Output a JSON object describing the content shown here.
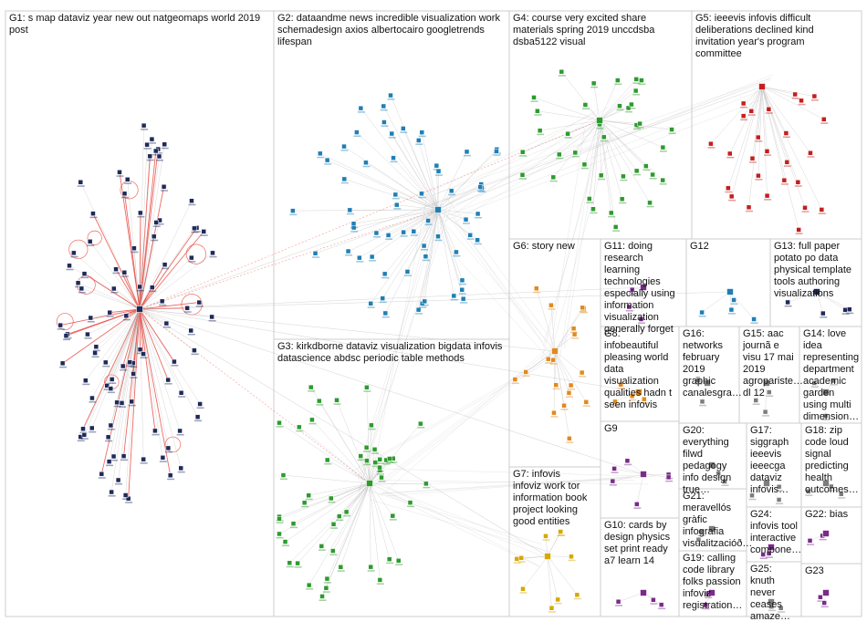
{
  "palette": {
    "frame": "#cccccc",
    "edge": "#bdbdbd",
    "edge_highlight": "#e8453c",
    "node_dark": "#1f2a5a",
    "node_blue": "#1f7fb4",
    "node_green": "#2e9a2e",
    "node_red": "#c41e1e",
    "node_orange": "#e08a1e",
    "node_purple": "#7a2a8a",
    "node_gold": "#d6a800",
    "node_gray": "#7d7d7d"
  },
  "groups": [
    {
      "id": "G1",
      "label": "G1: s map dataviz year new out natgeomaps world 2019 post",
      "color": "dark"
    },
    {
      "id": "G2",
      "label": "G2: dataandme news incredible visualization work schemadesign axios albertocairo googletrends lifespan",
      "color": "blue"
    },
    {
      "id": "G3",
      "label": "G3: kirkdborne dataviz visualization bigdata infovis datascience abdsc periodic table methods",
      "color": "green"
    },
    {
      "id": "G4",
      "label": "G4: course very excited share materials spring 2019 unccdsba dsba5122 visual",
      "color": "green"
    },
    {
      "id": "G5",
      "label": "G5: ieeevis infovis difficult deliberations declined kind invitation year's program committee",
      "color": "red"
    },
    {
      "id": "G6",
      "label": "G6: story new",
      "color": "orange"
    },
    {
      "id": "G7",
      "label": "G7: infovis infoviz work tor information book project looking good entities",
      "color": "gold"
    },
    {
      "id": "G8",
      "label": "G8: infobeautiful pleasing world data visualization qualities hadn t seen infovis",
      "color": "orange"
    },
    {
      "id": "G9",
      "label": "G9",
      "color": "purple"
    },
    {
      "id": "G10",
      "label": "G10: cards by design physics set print ready a7 learn 14",
      "color": "purple"
    },
    {
      "id": "G11",
      "label": "G11: doing research learning technologies especially using information visualization generally forget",
      "color": "purple"
    },
    {
      "id": "G12",
      "label": "G12",
      "color": "blue"
    },
    {
      "id": "G13",
      "label": "G13: full paper potato po data physical template tools authoring visualizations",
      "color": "dark"
    },
    {
      "id": "G14",
      "label": "G14: love idea representing department academic garden using multi dimension…",
      "color": "gray"
    },
    {
      "id": "G15",
      "label": "G15: aac journã e visu 17 mai 2019 agropariste… dl 12",
      "color": "gray"
    },
    {
      "id": "G16",
      "label": "G16: networks february 2019 graphic canalesgra…",
      "color": "gray"
    },
    {
      "id": "G17",
      "label": "G17: siggraph ieeevis ieeecga dataviz infovis…",
      "color": "gray"
    },
    {
      "id": "G18",
      "label": "G18: zip code loud signal predicting health outcomes…",
      "color": "gray"
    },
    {
      "id": "G19",
      "label": "G19: calling code library folks passion infoviz registration…",
      "color": "purple"
    },
    {
      "id": "G20",
      "label": "G20: everything filwd pedagogy info design true…",
      "color": "gray"
    },
    {
      "id": "G21",
      "label": "G21: meravellós gràfic infografia visualitzacióð…",
      "color": "gray"
    },
    {
      "id": "G22",
      "label": "G22: bias",
      "color": "purple"
    },
    {
      "id": "G23",
      "label": "G23",
      "color": "purple"
    },
    {
      "id": "G24",
      "label": "G24: infovis tool interactive compone…",
      "color": "purple"
    },
    {
      "id": "G25",
      "label": "G25: knuth never ceases amaze…",
      "color": "gray"
    }
  ]
}
